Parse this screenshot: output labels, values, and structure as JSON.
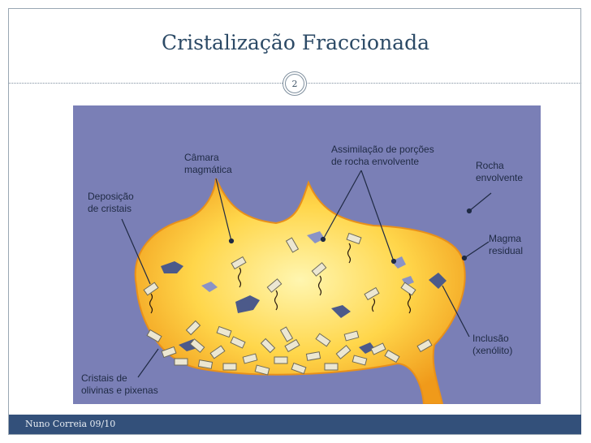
{
  "slide": {
    "title": "Cristalização Fraccionada",
    "page_number": "2",
    "footer": "Nuno Correia 09/10"
  },
  "figure": {
    "labels": {
      "camara_1": "Câmara",
      "camara_2": "magmática",
      "assimilacao_1": "Assimilação de porções",
      "assimilacao_2": "de rocha envolvente",
      "rocha_1": "Rocha",
      "rocha_2": "envolvente",
      "deposicao_1": "Deposição",
      "deposicao_2": "de cristais",
      "magma_1": "Magma",
      "magma_2": "residual",
      "inclusao_1": "Inclusão",
      "inclusao_2": "(xenólito)",
      "cristais_1": "Cristais de",
      "cristais_2": "olivinas e pixenas"
    },
    "colors": {
      "background": "#7a7fb6",
      "magma_center": "#fff3a0",
      "magma_edge": "#f3a21c",
      "xenolith": "#4c5a8a",
      "crystal": "#ece7d2"
    }
  }
}
